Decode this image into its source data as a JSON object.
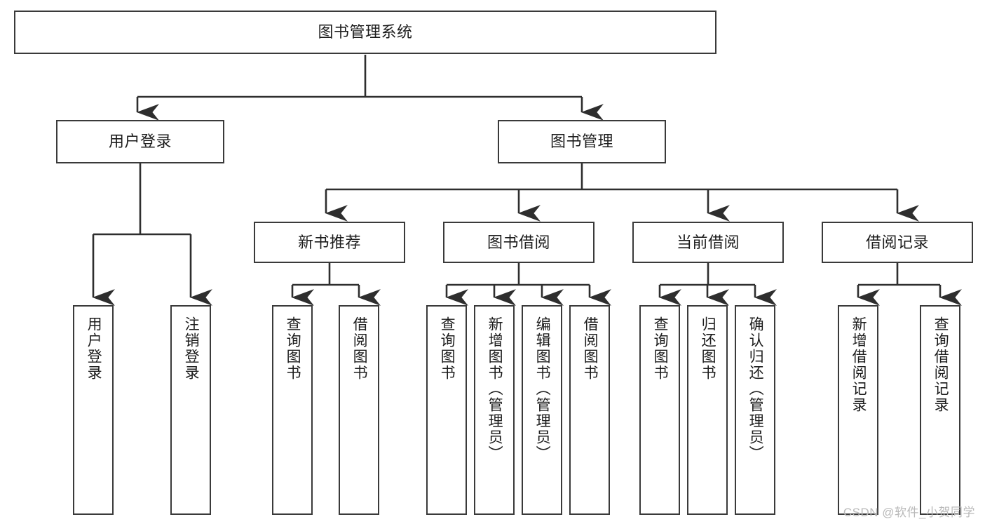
{
  "diagram": {
    "title": "图书管理系统",
    "watermark": "CSDN @软件_小贺同学",
    "line_color": "#3a3a3a",
    "box_fill": "#ffffff",
    "text_color": "#1c1c1c",
    "watermark_color": "#b9b9b9",
    "nodes": {
      "root": "图书管理系统",
      "level2": {
        "user_login": "用户登录",
        "book_manage": "图书管理"
      },
      "level3": {
        "new_book_recommend": "新书推荐",
        "book_borrow": "图书借阅",
        "current_borrow": "当前借阅",
        "borrow_record": "借阅记录"
      },
      "leaves": {
        "user_login_child_1": "用户登录",
        "user_login_child_2": "注销登录",
        "new_book_child_1": "查询图书",
        "new_book_child_2": "借阅图书",
        "book_borrow_child_1": "查询图书",
        "book_borrow_child_2": "新增图书（管理员）",
        "book_borrow_child_3": "编辑图书（管理员）",
        "book_borrow_child_4": "借阅图书",
        "current_borrow_child_1": "查询图书",
        "current_borrow_child_2": "归还图书",
        "current_borrow_child_3": "确认归还（管理员）",
        "borrow_record_child_1": "新增借阅记录",
        "borrow_record_child_2": "查询借阅记录"
      }
    }
  }
}
